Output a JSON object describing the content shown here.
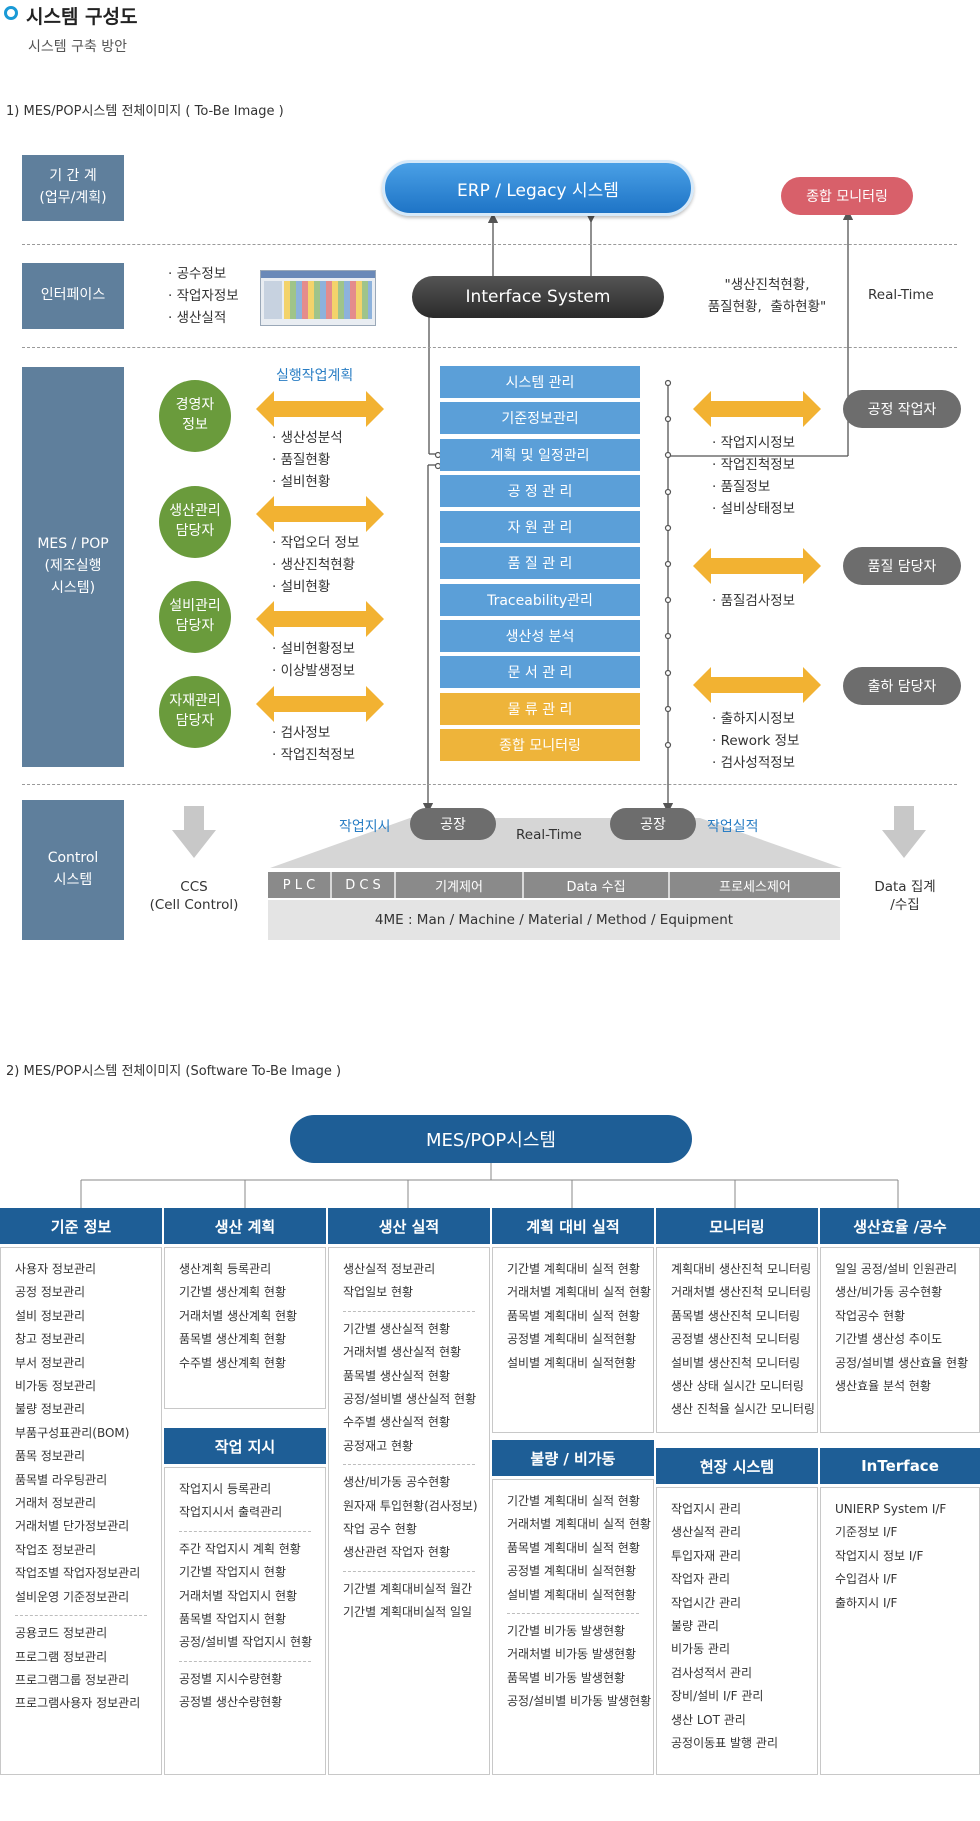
{
  "header": {
    "title": "시스템 구성도",
    "subtitle": "시스템 구축 방안"
  },
  "section1": {
    "title": "1)  MES/POP시스템  전체이미지   ( To-Be  Image )",
    "layers": [
      "기 간 계\n(업무/계획)",
      "인터페이스",
      "MES / POP\n(제조실행\n시스템)",
      "Control\n시스템"
    ],
    "erp": "ERP / Legacy 시스템",
    "monitoring_pill": "종합 모니터링",
    "interface_system": "Interface System",
    "interface_items": [
      "· 공수정보",
      "· 작업자정보",
      "· 생산실적"
    ],
    "interface_quote": "\"생산진척현황,\n품질현황,  출하현황\"",
    "realtime_top": "Real-Time",
    "plan_label": "실행작업계획",
    "left_roles": [
      {
        "name": "경영자\n정보",
        "items": [
          "· 생산성분석",
          "· 품질현황",
          "· 설비현황"
        ]
      },
      {
        "name": "생산관리\n담당자",
        "items": [
          "· 작업오더 정보",
          "· 생산진척현황",
          "· 설비현황"
        ]
      },
      {
        "name": "설비관리\n담당자",
        "items": [
          "· 설비현황정보",
          "· 이상발생정보"
        ]
      },
      {
        "name": "자재관리\n담당자",
        "items": [
          "· 검사정보",
          "· 작업진척정보"
        ]
      }
    ],
    "modules": [
      "시스템 관리",
      "기준정보관리",
      "계획 및 일정관리",
      "공 정 관 리",
      "자 원 관 리",
      "품 질 관 리",
      "Traceability관리",
      "생산성 분석",
      "문 서 관 리",
      "물 류 관 리",
      "종합 모니터링"
    ],
    "right_roles": [
      {
        "name": "공정 작업자",
        "items": [
          "· 작업지시정보",
          "· 작업진척정보",
          "· 품질정보",
          "· 설비상태정보"
        ]
      },
      {
        "name": "품질 담당자",
        "items": [
          "· 품질검사정보"
        ]
      },
      {
        "name": "출하 담당자",
        "items": [
          "· 출하지시정보",
          "· Rework 정보",
          "· 검사성적정보"
        ]
      }
    ],
    "control": {
      "left_label": "작업지시",
      "right_label": "작업실적",
      "factory": "공장",
      "realtime": "Real-Time",
      "ccs": "CCS\n(Cell Control)",
      "data_label": "Data 집계\n/수집",
      "cells": [
        "P L C",
        "D C S",
        "기계제어",
        "Data 수집",
        "프로세스제어"
      ],
      "bottom": "4ME  :  Man  /  Machine  /  Material  /  Method  /  Equipment"
    }
  },
  "section2": {
    "title": "2)  MES/POP시스템  전체이미지   (Software To-Be  Image )",
    "root": "MES/POP시스템",
    "columns": [
      {
        "title": "기준 정보",
        "groups": [
          [
            "사용자 정보관리",
            "공정 정보관리",
            "설비 정보관리",
            "창고 정보관리",
            "부서 정보관리",
            "비가동 정보관리",
            "불량 정보관리",
            "부품구성표관리(BOM)",
            "품목 정보관리",
            "품목별 라우팅관리",
            "거래처 정보관리",
            "거래처별 단가정보관리",
            "작업조 정보관리",
            "작업조별 작업자정보관리",
            "설비운영 기준정보관리"
          ],
          [
            "공용코드 정보관리",
            "프로그램 정보관리",
            "프로그램그룹 정보관리",
            "프로그램사용자 정보관리"
          ]
        ]
      },
      {
        "title": "생산 계획",
        "groups": [
          [
            "생산계획 등록관리",
            "기간별 생산계획 현황",
            "거래처별 생산계획 현황",
            "품목별 생산계획 현황",
            "수주별 생산계획 현황"
          ]
        ]
      },
      {
        "title": "작업 지시",
        "groups": [
          [
            "작업지시 등록관리",
            "작업지시서 출력관리"
          ],
          [
            "주간 작업지시 계획 현황",
            "기간별 작업지시 현황",
            "거래처별 작업지시 현황",
            "품목별 작업지시 현황",
            "공정/설비별 작업지시 현황"
          ],
          [
            "공정별 지시수량현황",
            "공정별 생산수량현황"
          ]
        ]
      },
      {
        "title": "생산 실적",
        "groups": [
          [
            "생산실적 정보관리",
            "작업일보 현황"
          ],
          [
            "기간별 생산실적 현황",
            "거래처별 생산실적 현황",
            "품목별 생산실적 현황",
            "공정/설비별 생산실적 현황",
            "수주별 생산실적 현황",
            "공정재고 현황"
          ],
          [
            "생산/비가동 공수현황",
            "원자재 투입현황(검사정보)",
            "작업 공수 현황",
            "생산관련 작업자 현황"
          ],
          [
            "기간별 계획대비실적 월간",
            "기간별 계획대비실적 일일"
          ]
        ]
      },
      {
        "title": "계획 대비 실적",
        "groups": [
          [
            "기간별 계획대비 실적 현황",
            "거래처별 계획대비 실적 현황",
            "품목별 계획대비 실적 현황",
            "공정별 계획대비 실적현황",
            "설비별 계획대비 실적현황"
          ]
        ]
      },
      {
        "title": "불량 / 비가동",
        "groups": [
          [
            "기간별 계획대비 실적 현황",
            "거래처별 계획대비 실적 현황",
            "품목별 계획대비 실적 현황",
            "공정별 계획대비 실적현황",
            "설비별 계획대비 실적현황"
          ],
          [
            "기간별 비가동 발생현황",
            "거래처별 비가동 발생현황",
            "품목별 비가동 발생현황",
            "공정/설비별 비가동 발생현황"
          ]
        ]
      },
      {
        "title": "모니터링",
        "groups": [
          [
            "계획대비 생산진척 모니터링",
            "거래처별 생산진척 모니터링",
            "품목별 생산진척 모니터링",
            "공정별 생산진척 모니터링",
            "설비별 생산진척 모니터링",
            "생산 상태 실시간 모니터링",
            "생산 진척율 실시간 모니터링"
          ]
        ]
      },
      {
        "title": "현장 시스템",
        "groups": [
          [
            "작업지시 관리",
            "생산실적 관리",
            "투입자재 관리",
            "작업자 관리",
            "작업시간 관리",
            "불량 관리",
            "비가동 관리",
            "검사성적서 관리",
            "장비/설비 I/F 관리",
            "생산 LOT 관리",
            "공정이동표 발행 관리"
          ]
        ]
      },
      {
        "title": "생산효율 /공수",
        "groups": [
          [
            "일일 공정/설비 인원관리",
            "생산/비가동 공수현황",
            "작업공수 현황",
            "기간별 생산성 추이도",
            "공정/설비별 생산효율 현황",
            "생산효율 분석 현황"
          ]
        ]
      },
      {
        "title": "InTerface",
        "groups": [
          [
            "UNIERP System I/F",
            "기준정보 I/F",
            "작업지시 정보 I/F",
            "수입검사 I/F",
            "출하지시 I/F"
          ]
        ]
      }
    ]
  }
}
